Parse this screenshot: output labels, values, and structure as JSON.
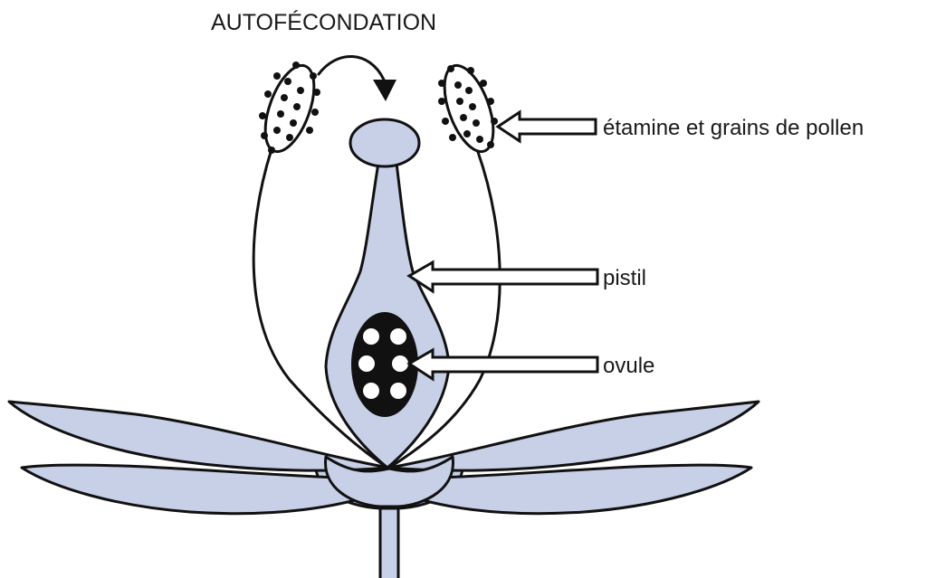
{
  "diagram": {
    "title": "AUTOFÉCONDATION",
    "labels": {
      "stamen": "étamine et grains de pollen",
      "pistil": "pistil",
      "ovule": "ovule"
    }
  },
  "colors": {
    "flower_fill": "#c8d0e8",
    "outline": "#111111",
    "background": "#ffffff"
  }
}
